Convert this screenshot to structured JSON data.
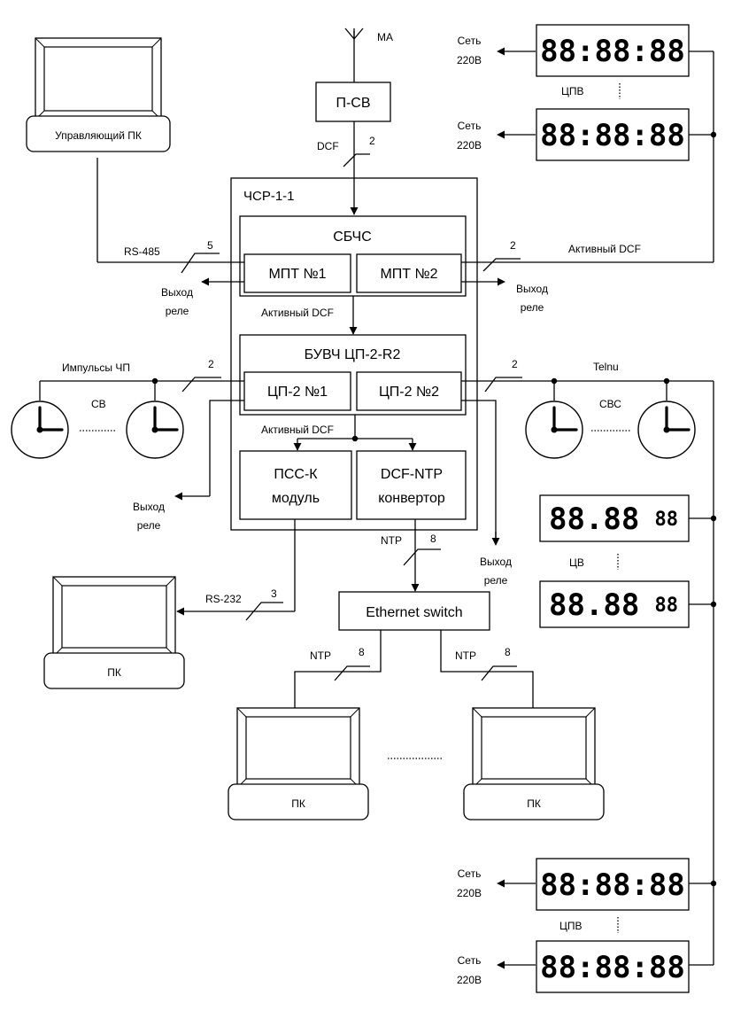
{
  "antenna_label": "МА",
  "receiver": "П-СВ",
  "dcf_label": "DCF",
  "dcf_bus": "2",
  "system_title": "ЧСР-1-1",
  "sbchs": {
    "title": "СБЧС",
    "mpt1": "МПТ №1",
    "mpt2": "МПТ №2"
  },
  "active_dcf": "Активный DCF",
  "buvch": {
    "title": "БУВЧ ЦП-2-R2",
    "cp1": "ЦП-2 №1",
    "cp2": "ЦП-2 №2"
  },
  "pss": {
    "line1": "ПСС-К",
    "line2": "модуль"
  },
  "ntp_conv": {
    "line1": "DCF-NTP",
    "line2": "конвертор"
  },
  "control_pc": "Управляющий ПК",
  "rs485": {
    "label": "RS-485",
    "bus": "5"
  },
  "relay": {
    "line1": "Выход",
    "line2": "реле"
  },
  "impulses": "Импульсы ЧП",
  "sv": "СВ",
  "svs": "СВС",
  "telnu": "Telnu",
  "active_dcf_right": "Активный DCF",
  "rs232": {
    "label": "RS-232",
    "bus": "3"
  },
  "pc": "ПК",
  "ntp": {
    "label": "NTP",
    "bus": "8"
  },
  "switch": "Ethernet switch",
  "grid": {
    "line1": "Сеть",
    "line2": "220В"
  },
  "cpv": "ЦПВ",
  "cv": "ЦВ",
  "clock_time": "88:88:88",
  "cv_time": "88.88",
  "cv_sec": "88",
  "bus2": "2"
}
